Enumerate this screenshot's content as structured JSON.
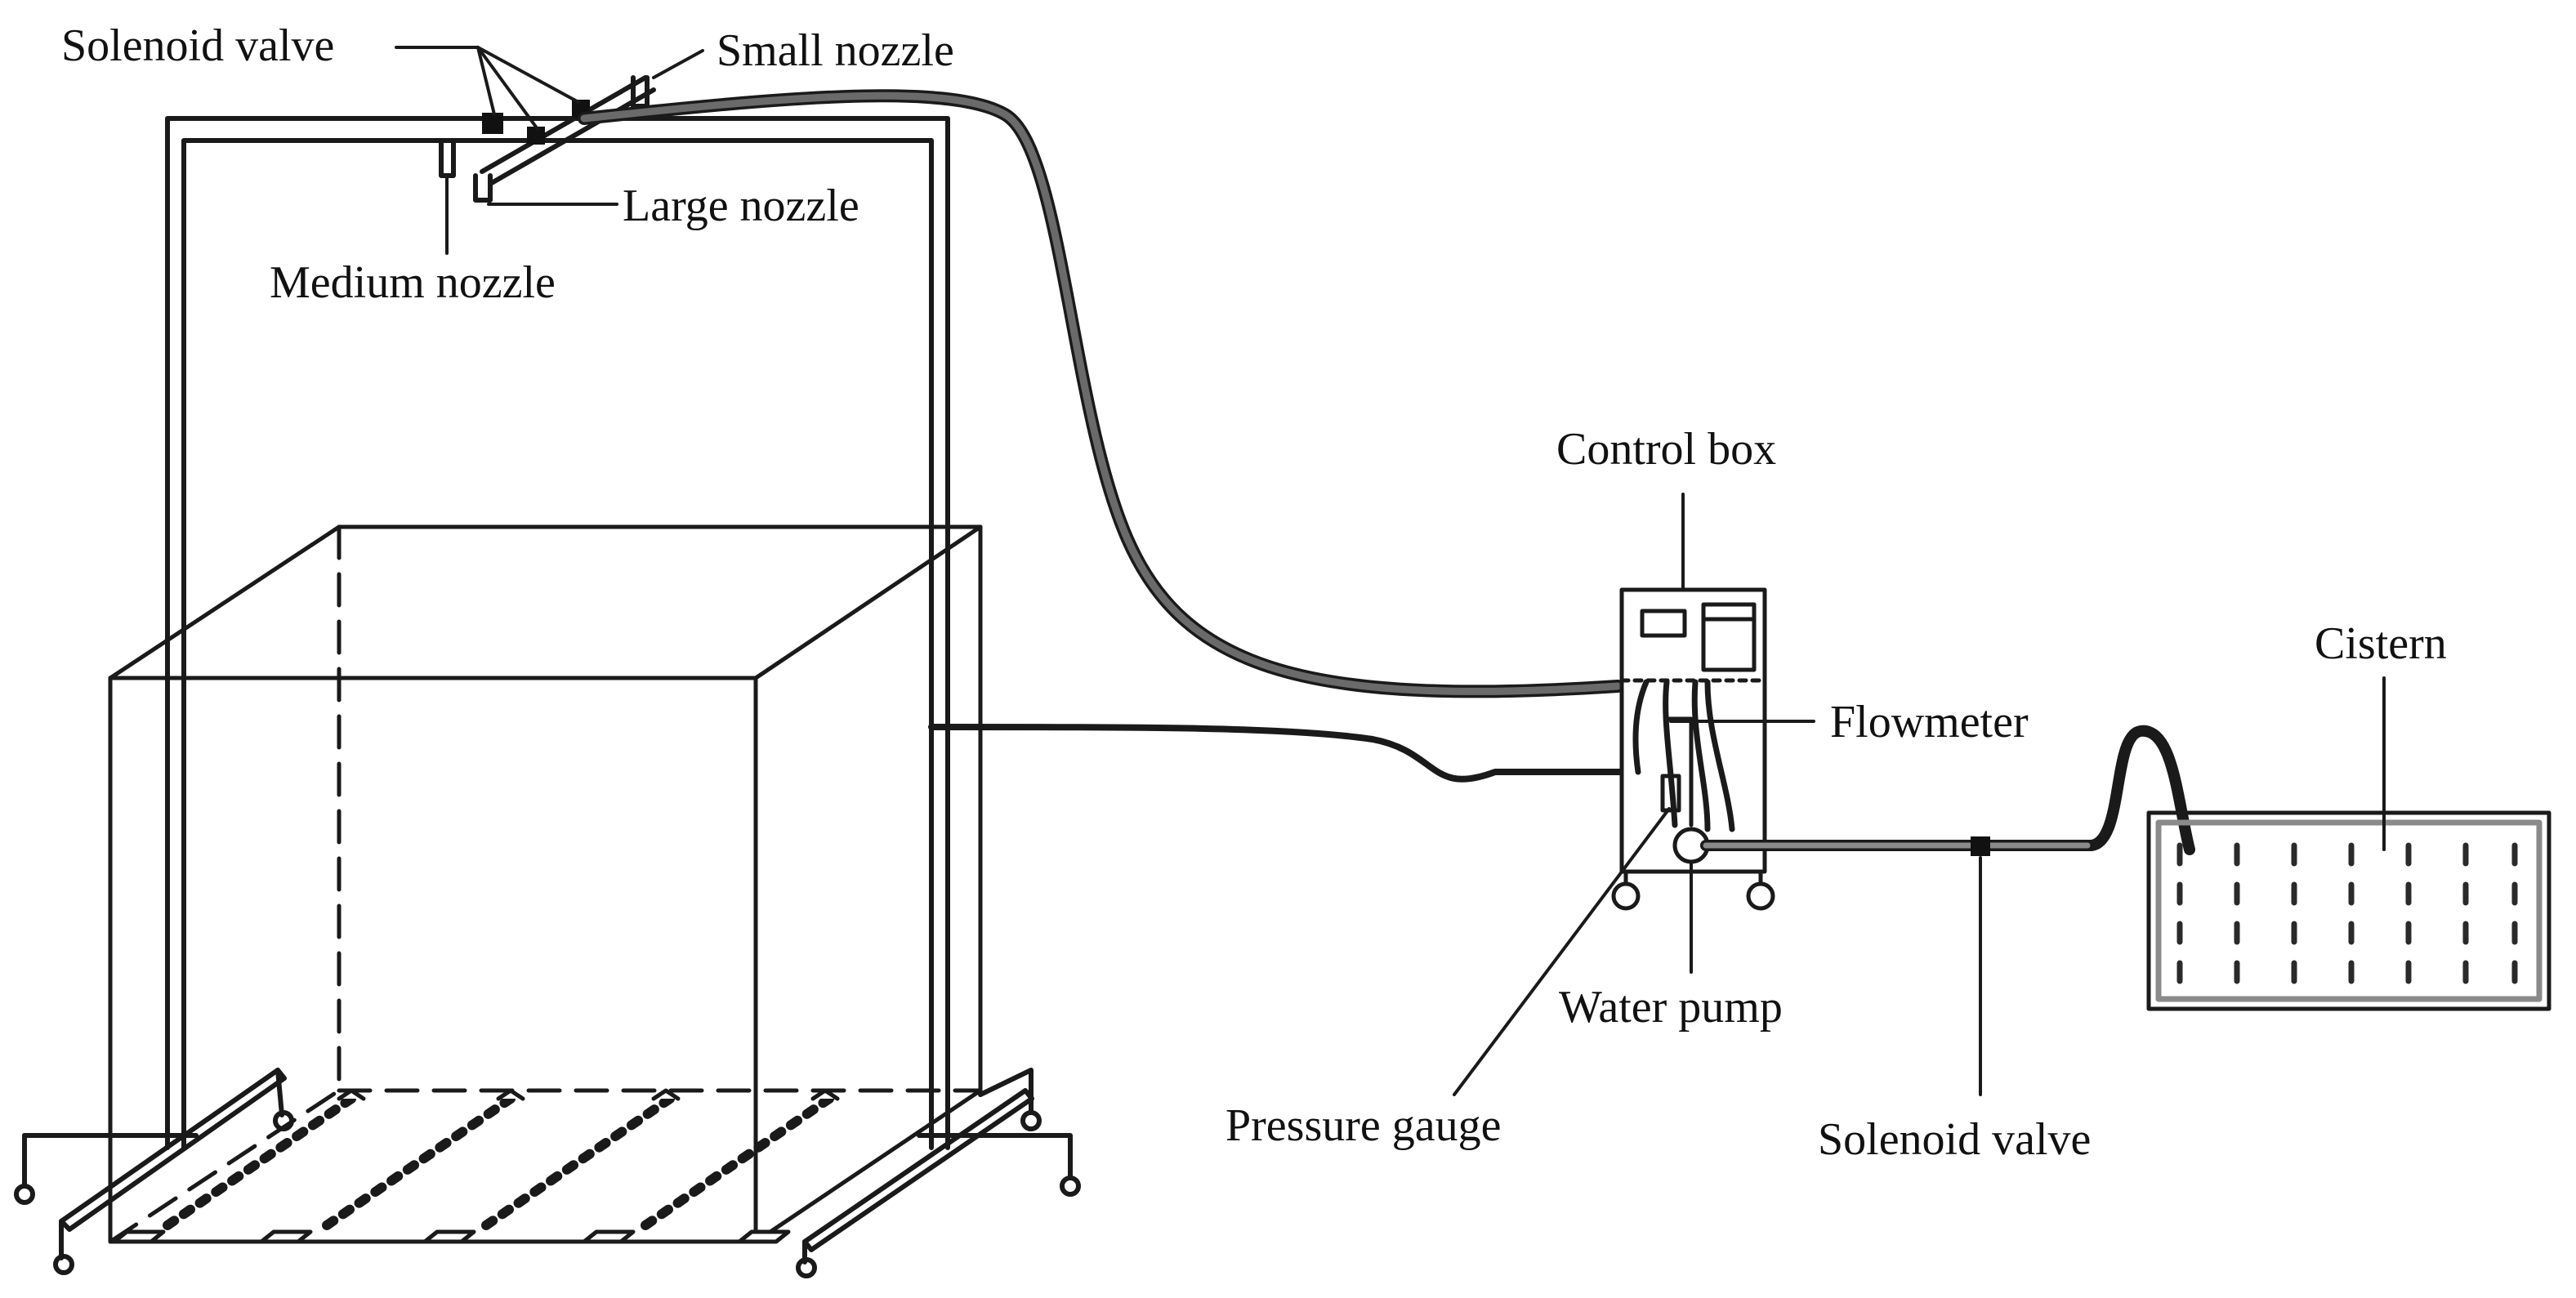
{
  "labels": {
    "solenoid_valve_top": "Solenoid valve",
    "small_nozzle": "Small nozzle",
    "large_nozzle": "Large nozzle",
    "medium_nozzle": "Medium nozzle",
    "control_box": "Control box",
    "flowmeter": "Flowmeter",
    "cistern": "Cistern",
    "water_pump": "Water pump",
    "pressure_gauge": "Pressure gauge",
    "solenoid_valve_bottom": "Solenoid valve"
  },
  "colors": {
    "line": "#1a1a1a",
    "hose": "#666666",
    "tube": "#8a8a8a",
    "water_dash": "#2a2a2a"
  }
}
